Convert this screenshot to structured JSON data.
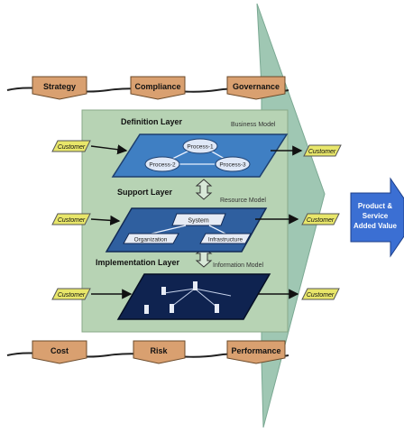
{
  "top_banner": [
    "Strategy",
    "Compliance",
    "Governance"
  ],
  "bottom_banner": [
    "Cost",
    "Risk",
    "Performance"
  ],
  "layers": {
    "definition": {
      "title": "Definition Layer",
      "model": "Business Model",
      "nodes": [
        "Process-1",
        "Process-2",
        "Process-3"
      ]
    },
    "support": {
      "title": "Support Layer",
      "model": "Resource Model",
      "nodes": [
        "System",
        "Organization",
        "Infrastructure"
      ]
    },
    "implementation": {
      "title": "Implementation Layer",
      "model": "Information Model"
    }
  },
  "customer_label": "Customer",
  "output_label": [
    "Product &",
    "Service",
    "Added Value"
  ],
  "colors": {
    "panel": "#b7d3b4",
    "banner": "#d9a070",
    "customer": "#e8e66a",
    "layer_definition": "#3f7fc3",
    "layer_support": "#2f5f9f",
    "layer_implementation": "#0f2350",
    "output_arrow": "#3b6fd3",
    "big_arrow": "#9fc7b3"
  }
}
